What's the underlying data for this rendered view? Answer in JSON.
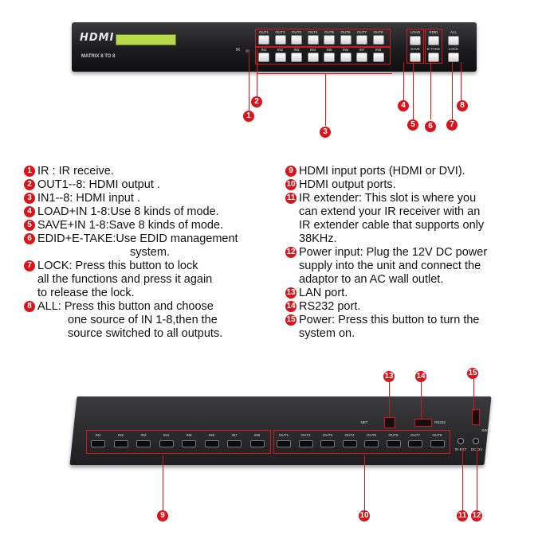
{
  "front_panel": {
    "logo": "HDMI",
    "model": "MATRIX  8 TO 8",
    "ir_label": "IR",
    "out_labels": [
      "OUT1",
      "OUT2",
      "OUT3",
      "OUT4",
      "OUT5",
      "OUT6",
      "OUT7",
      "OUT8"
    ],
    "in_labels": [
      "IN1",
      "IN2",
      "IN3",
      "IN4",
      "IN5",
      "IN6",
      "IN7",
      "IN8"
    ],
    "load": "LOAD",
    "save": "SAVE",
    "edid": "EDID",
    "etake": "E-TAKE",
    "all": "ALL",
    "lock": "LOCK"
  },
  "rear_panel": {
    "in_labels": [
      "IN1",
      "IN2",
      "IN3",
      "IN4",
      "IN5",
      "IN6",
      "IN7",
      "IN8"
    ],
    "out_labels": [
      "OUT1",
      "OUT2",
      "OUT3",
      "OUT4",
      "OUT5",
      "OUT6",
      "OUT7",
      "OUT8"
    ],
    "net": "NET",
    "rs232": "RS232",
    "sw": "SW",
    "irext": "IR-EXT",
    "dc12v": "DC12V"
  },
  "badge_numbers": [
    "1",
    "2",
    "3",
    "4",
    "5",
    "6",
    "7",
    "8",
    "9",
    "10",
    "11",
    "12",
    "13",
    "14",
    "15"
  ],
  "legend_left": [
    {
      "num": "1",
      "lines": [
        "IR : IR receive."
      ]
    },
    {
      "num": "2",
      "lines": [
        "OUT1--8: HDMI output ."
      ]
    },
    {
      "num": "3",
      "lines": [
        "IN1--8: HDMI input ."
      ]
    },
    {
      "num": "4",
      "lines": [
        "LOAD+IN 1-8:Use 8 kinds of mode."
      ]
    },
    {
      "num": "5",
      "lines": [
        "SAVE+IN 1-8:Save 8 kinds of mode."
      ]
    },
    {
      "num": "6",
      "lines": [
        "EDID+E-TAKE:Use EDID management",
        "system."
      ]
    },
    {
      "num": "7",
      "lines": [
        "LOCK: Press this button to lock",
        "all the functions and press it again",
        "to release the lock."
      ]
    },
    {
      "num": "8",
      "lines": [
        "ALL: Press this button and choose",
        "one source of IN 1-8,then the",
        "source switched to all outputs."
      ]
    }
  ],
  "legend_right": [
    {
      "num": "9",
      "lines": [
        "HDMI input ports (HDMI or DVI)."
      ]
    },
    {
      "num": "10",
      "lines": [
        "HDMI output ports."
      ]
    },
    {
      "num": "11",
      "lines": [
        "IR extender: This slot is where you",
        "can extend your IR receiver with an",
        "IR extender cable that supports only",
        "38KHz."
      ]
    },
    {
      "num": "12",
      "lines": [
        "Power input: Plug the 12V DC power",
        "supply into the unit and connect the",
        "adaptor to an AC wall outlet."
      ]
    },
    {
      "num": "13",
      "lines": [
        "LAN port."
      ]
    },
    {
      "num": "14",
      "lines": [
        "RS232 port."
      ]
    },
    {
      "num": "15",
      "lines": [
        "Power: Press this button to turn the",
        "system on."
      ]
    }
  ],
  "colors": {
    "accent": "#d9141b",
    "panel": "#1c1c1e",
    "lcd": "#b7d94a"
  }
}
